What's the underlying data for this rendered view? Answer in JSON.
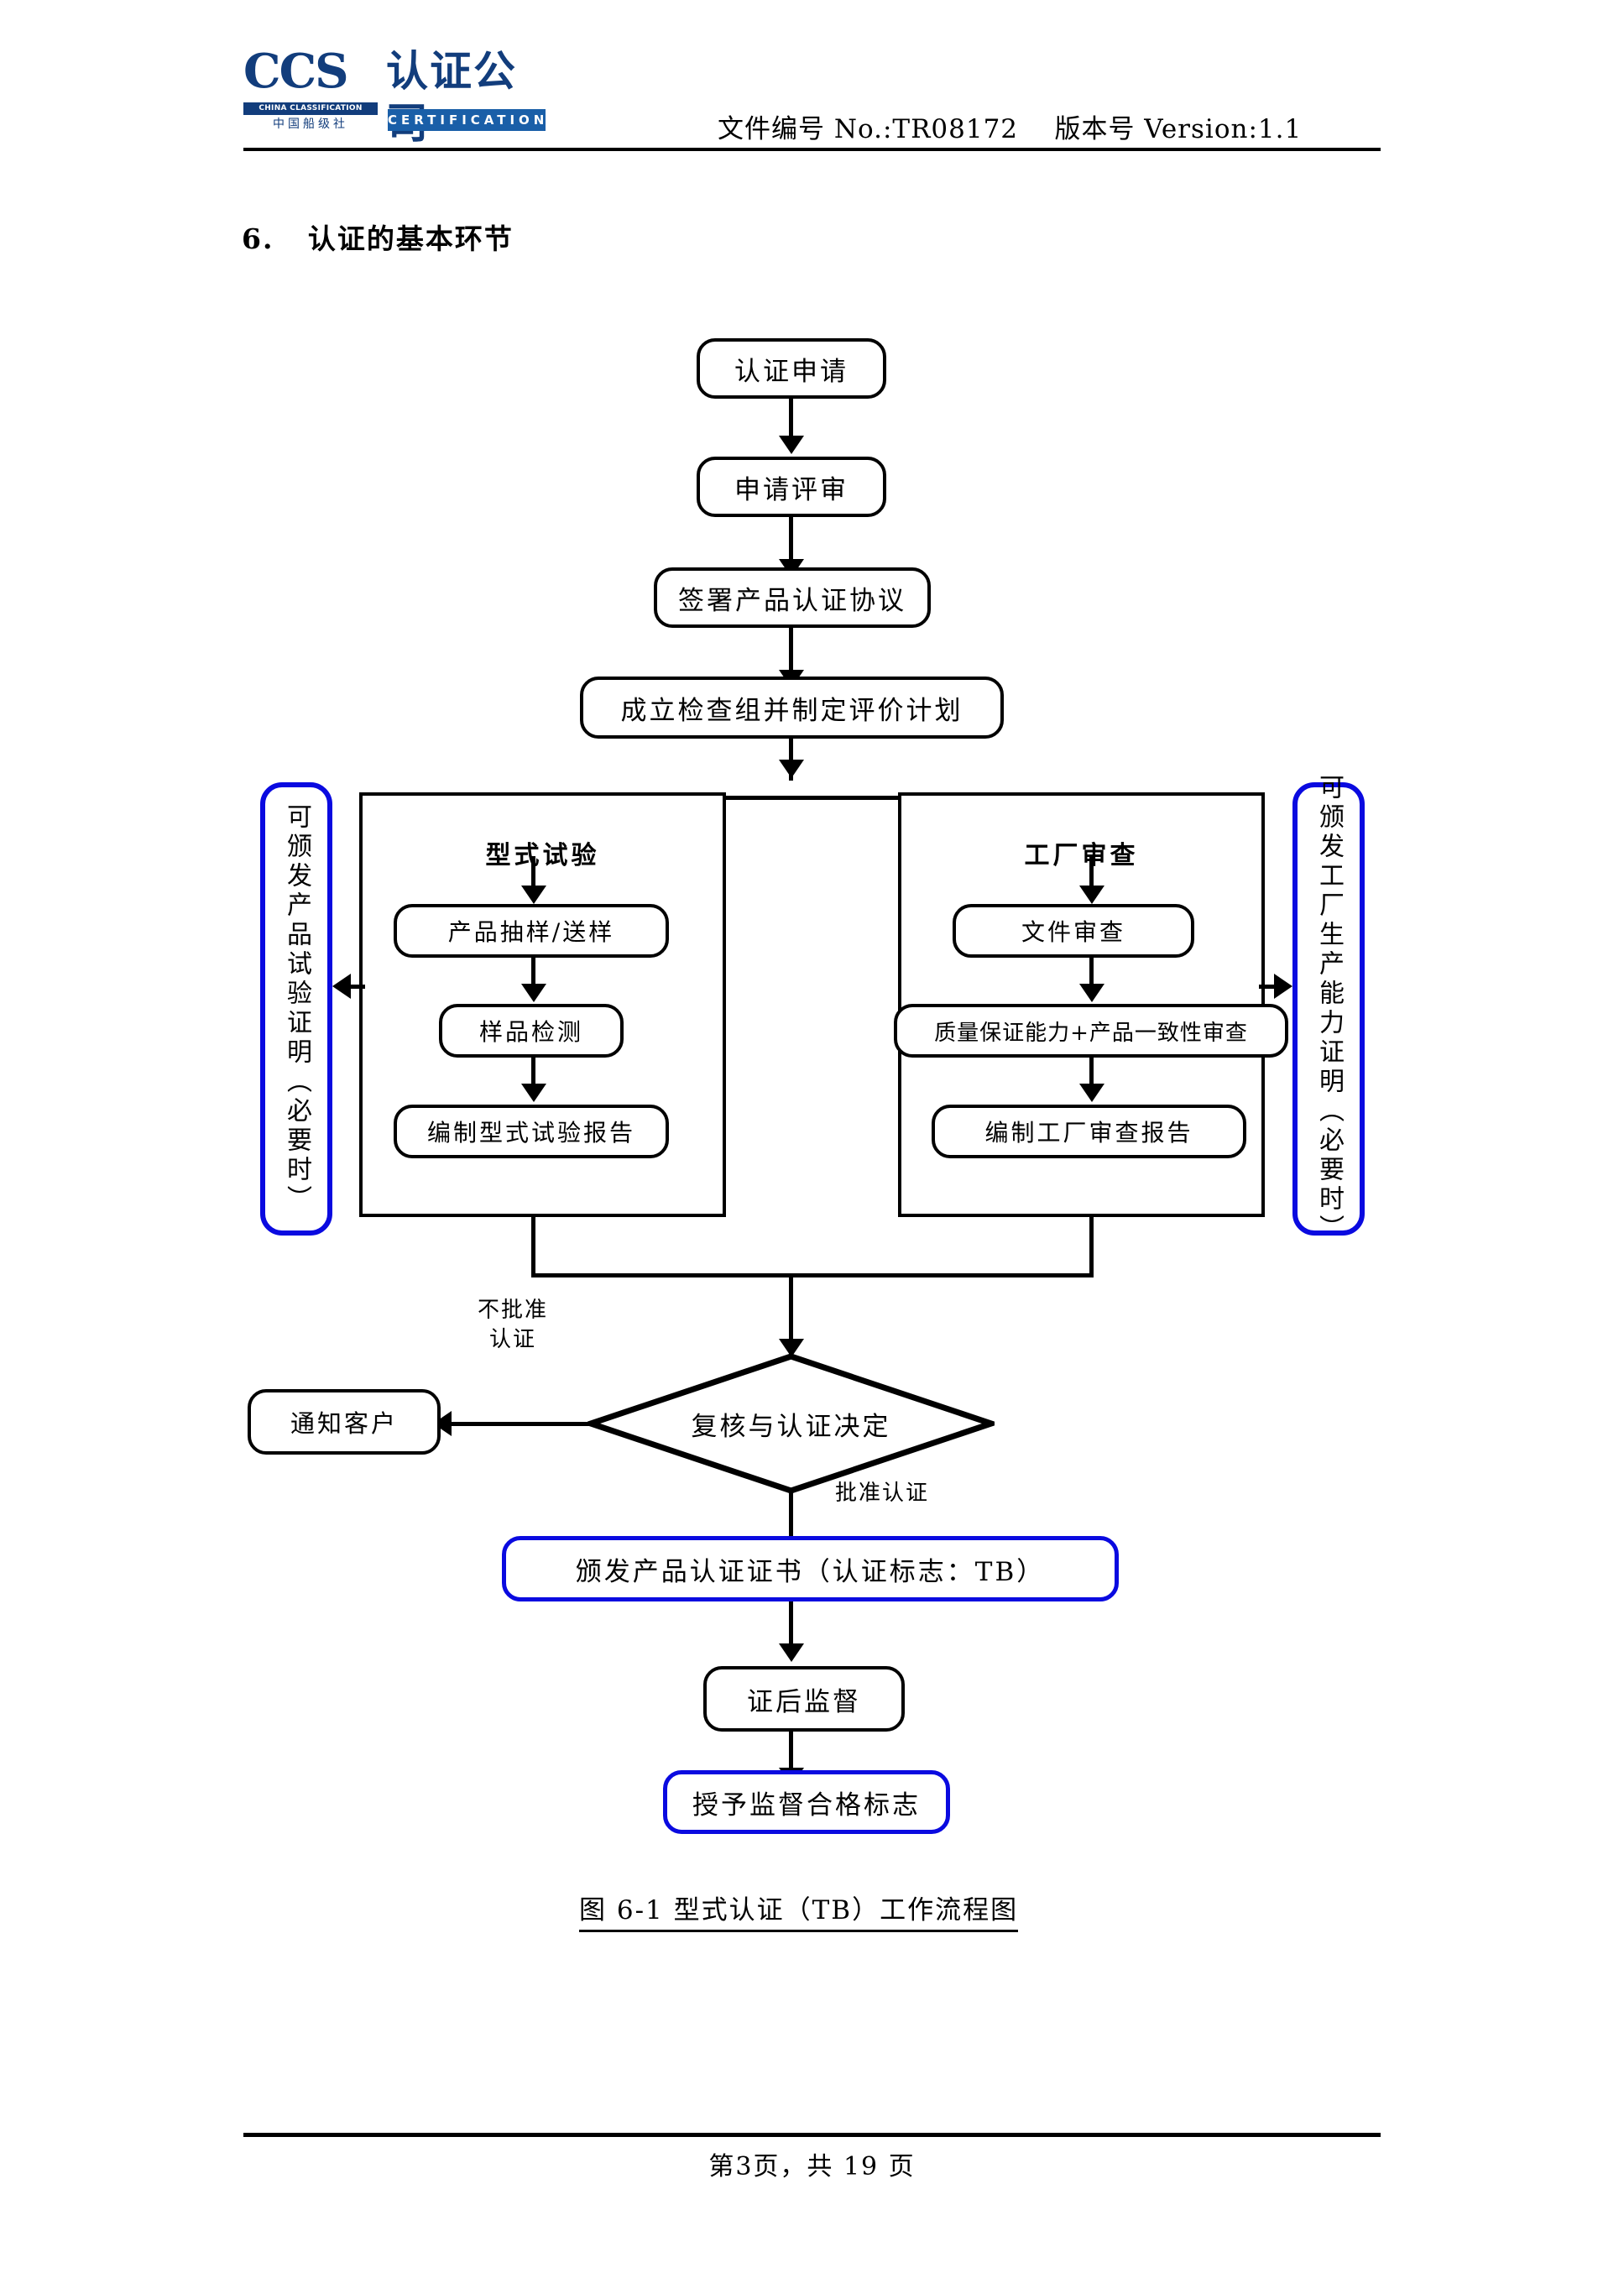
{
  "header": {
    "logo": {
      "acronym": "CCS",
      "english_society": "CHINA CLASSIFICATION SOCIETY",
      "chinese_society": "中国船级社",
      "chinese_name": "认证公司",
      "certification_band": "CERTIFICATION"
    },
    "doc_meta": "文件编号 No.:TR08172    版本号 Version:1.1"
  },
  "section": {
    "heading": "6.   认证的基本环节"
  },
  "flow": {
    "nodes": {
      "apply": "认证申请",
      "apply_review": "申请评审",
      "sign_agreement": "签署产品认证协议",
      "setup_team": "成立检查组并制定评价计划",
      "type_test_title": "型式试验",
      "sampling": "产品抽样/送样",
      "sample_test": "样品检测",
      "type_test_report": "编制型式试验报告",
      "factory_audit_title": "工厂审查",
      "doc_review": "文件审查",
      "quality_consistency": "质量保证能力+产品一致性审查",
      "factory_report": "编制工厂审查报告",
      "decision": "复核与认证决定",
      "notify_client": "通知客户",
      "issue_cert": "颁发产品认证证书（认证标志：TB）",
      "post_cert_supervision": "证后监督",
      "grant_mark": "授予监督合格标志"
    },
    "callouts": {
      "left": "可颁发产品试验证明（必要时）",
      "right": "可颁发工厂生产能力证明（必要时）"
    },
    "edge_labels": {
      "reject": "不批准\n认证",
      "approve": "批准认证"
    },
    "caption": "图 6-1 型式认证（TB）工作流程图",
    "colors": {
      "line": "#000000",
      "highlight": "#0a0ae0",
      "brand": "#123d7c"
    }
  },
  "footer": {
    "page_text": "第3页，共 19 页"
  }
}
